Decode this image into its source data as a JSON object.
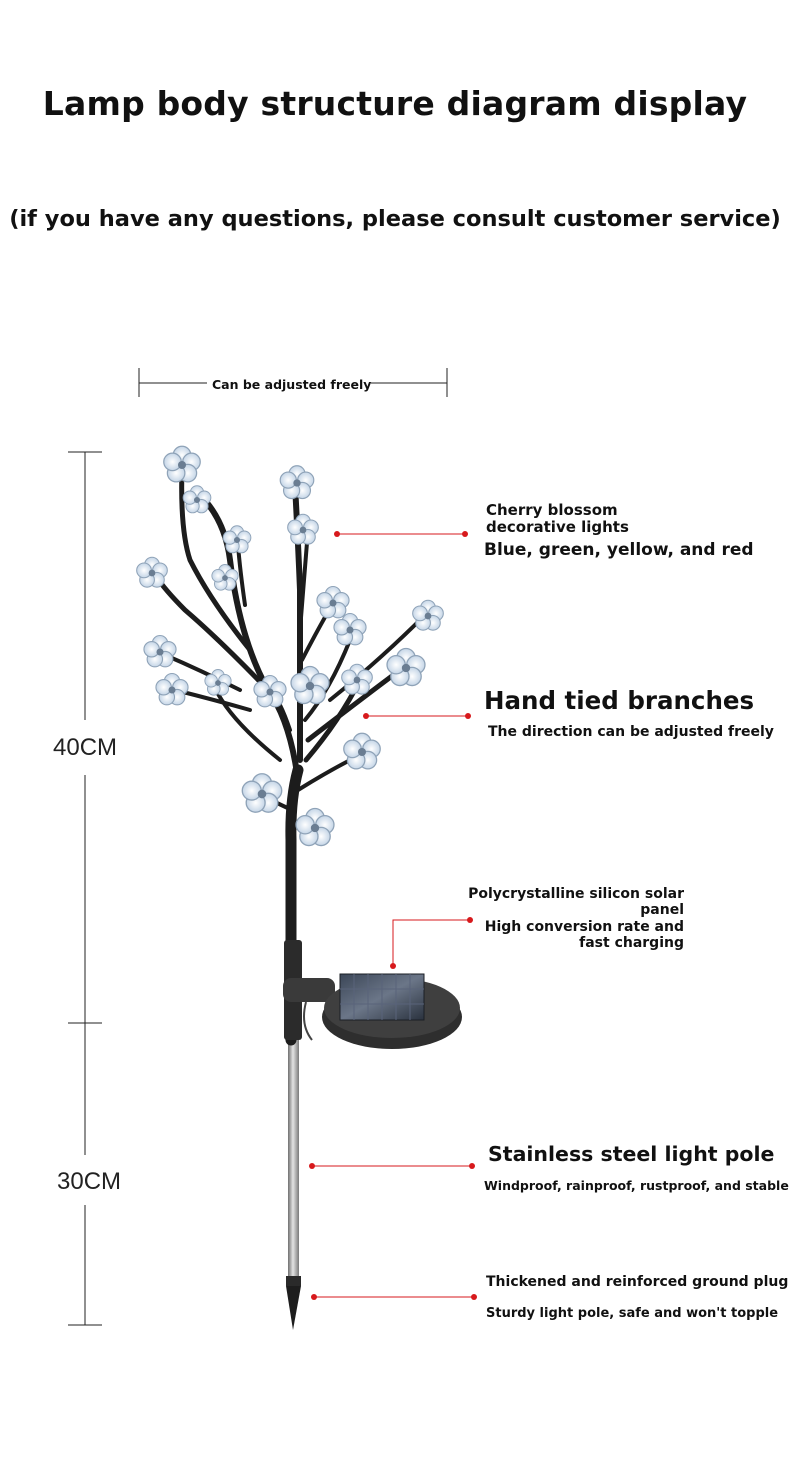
{
  "header": {
    "title": "Lamp body structure diagram display",
    "subtitle": "(if you have any questions, please consult customer service)"
  },
  "dimensions": {
    "width_note": "Can be adjusted freely",
    "upper_height": "40CM",
    "lower_height": "30CM"
  },
  "callouts": {
    "blossom": {
      "line1": "Cherry blossom",
      "line2": "decorative lights",
      "colors": "Blue, green, yellow, and red"
    },
    "branches": {
      "title": "Hand tied branches",
      "desc": "The direction can be adjusted freely"
    },
    "solar": {
      "line1": "Polycrystalline silicon solar",
      "line2": "panel",
      "line3": "High conversion rate and",
      "line4": "fast charging"
    },
    "pole": {
      "title": "Stainless steel light pole",
      "desc": "Windproof, rainproof, rustproof, and stable"
    },
    "plug": {
      "title": "Thickened and reinforced ground plug",
      "desc": "Sturdy light pole, safe and won't topple"
    }
  },
  "colors": {
    "accent": "#d7191c",
    "branch": "#1c1c1c",
    "blossom": "#dfeaf6",
    "pole": "#9a9a9a"
  }
}
